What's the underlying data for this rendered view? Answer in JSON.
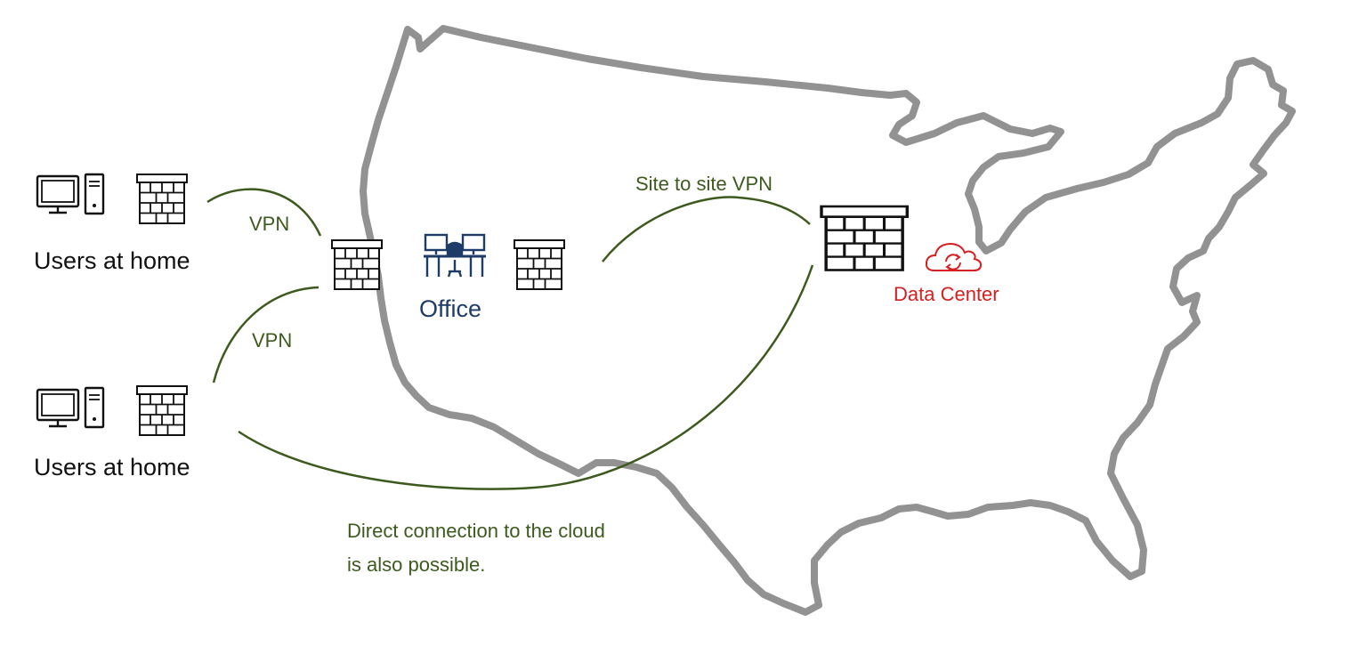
{
  "colors": {
    "map_outline": "#8c8c8c",
    "connection": "#3d5a1e",
    "office": "#1f3b68",
    "data_center": "#d42020",
    "icon": "#111111"
  },
  "labels": {
    "users_top": "Users at home",
    "users_bottom": "Users at home",
    "vpn_top": "VPN",
    "vpn_bottom": "VPN",
    "office": "Office",
    "site_to_site": "Site to site VPN",
    "data_center": "Data Center",
    "direct_line1": "Direct connection to the cloud",
    "direct_line2": "is also possible."
  },
  "icons": {
    "computer": "desktop-computer-icon",
    "firewall": "firewall-brick-icon",
    "office": "office-desks-icon",
    "cloud": "cloud-sync-icon"
  }
}
